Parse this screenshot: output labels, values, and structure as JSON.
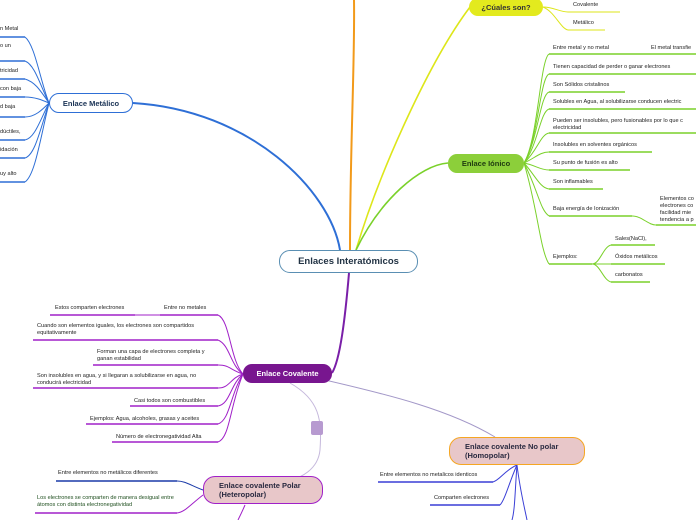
{
  "central": "Enlaces Interatómicos",
  "metalico": {
    "title": "Enlace Metálico",
    "items": [
      "n Metal",
      "o un",
      "tricidad",
      "con baja",
      "d baja",
      "dúctiles,",
      "idación",
      "uy alto"
    ]
  },
  "cuales": {
    "title": "¿Cúales son?",
    "items": [
      "Covalente",
      "Metálico"
    ]
  },
  "ionico": {
    "title": "Enlace Iónico",
    "items": [
      "Entre metal y no metal",
      "Tienen capacidad de perder o ganar electrones",
      "Son Sólidos cristalinos",
      "Solubles en Agua, al solubilizarse conducen electric",
      "Pueden ser insolubles, pero fusionables por lo que c electricidad",
      "Insolubles en solventes orgánicos",
      "Su punto de fusión es alto",
      "Son inflamables",
      "Baja energía de Ionización",
      "Ejemplos:"
    ],
    "metal_sub": "El metal transfie",
    "ionizacion_sub": "Elementos co electrones co facilidad mie tendencia a p",
    "ejemplos": [
      "Sales(NaCl),",
      "Óxidos metálicos",
      "carbonatos"
    ]
  },
  "covalente": {
    "title": "Enlace Covalente",
    "items": [
      "Entre no metales",
      "Cuando son elementos iguales, los electrones son compartidos equitativamente",
      "Forman una capa de electrones completa y ganan estabilidad",
      "Son insolubles en agua, y si llegaran a solubilizarse en agua, no conducirá electricidad",
      "Casi todos son combustibles",
      "Ejemplos: Agua, alcoholes, grasas y aceites",
      "Número de electronegatividad Alta"
    ],
    "nometales_sub": "Estos comparten electrones"
  },
  "nopolar": {
    "title": "Enlace covalente No polar (Homopolar)",
    "items": [
      "Entre elementos no metalicos identicos",
      "Comparten electrones"
    ]
  },
  "polar": {
    "title": "Enlace covalente Polar (Heteropolar)",
    "items": [
      "Entre elementos no metálicos diferentes",
      "Los electrones se comparten de manera desigual entre átomos con distinta electronegatividad"
    ]
  },
  "colors": {
    "metalico": "#2e6fd6",
    "cuales": "#dde61a",
    "ionico": "#7ad12a",
    "covalente": "#7a1fa8",
    "nopolar": "#f5a623",
    "polar": "#a020c8"
  }
}
